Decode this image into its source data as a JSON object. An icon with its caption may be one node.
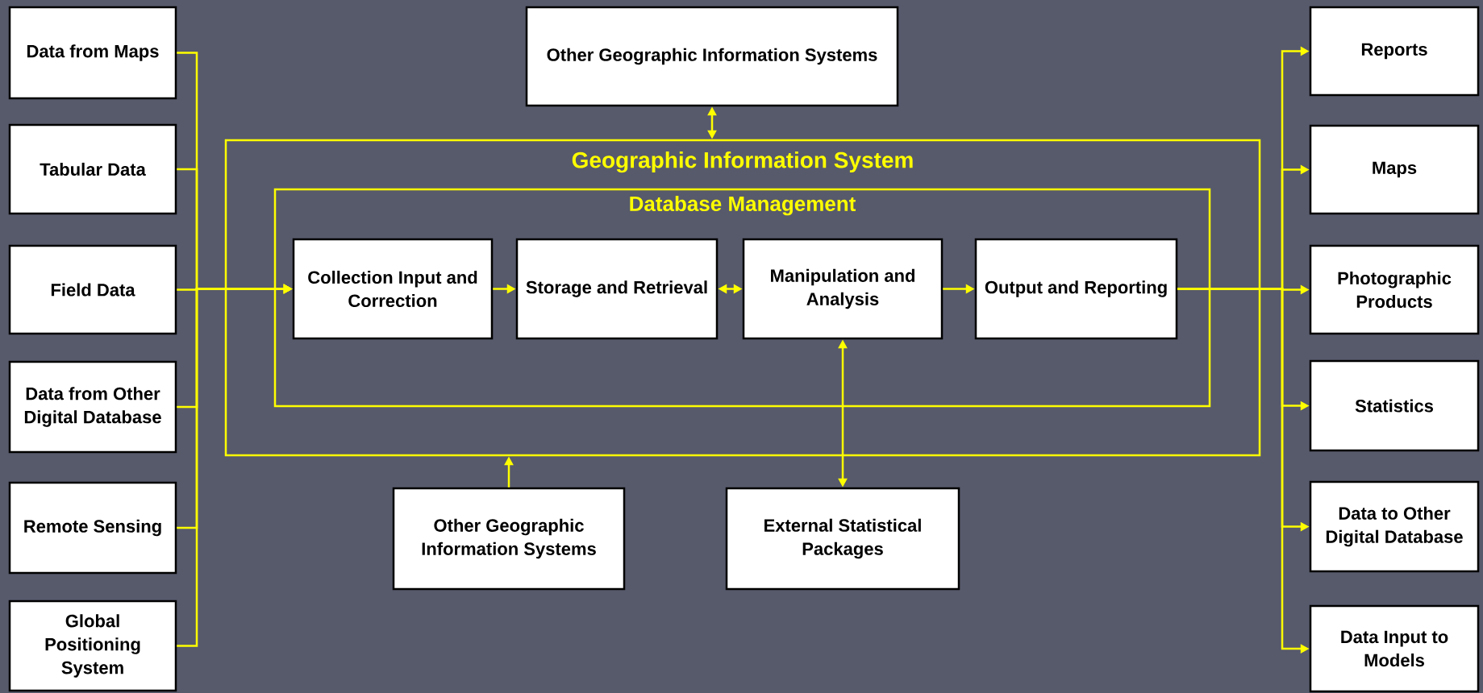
{
  "diagram": {
    "nodes": [
      {
        "text": [
          "Data from Maps"
        ]
      },
      {
        "text": [
          "Tabular Data"
        ]
      },
      {
        "text": [
          "Field Data"
        ]
      },
      {
        "text": [
          "Data from Other Digital Database"
        ]
      },
      {
        "text": [
          "Remote Sensing"
        ]
      },
      {
        "text": [
          "Global Positioning System"
        ]
      },
      {
        "text": [
          "Other Geographic Information Systems"
        ]
      },
      {
        "text": [
          "Geographic Information System"
        ]
      },
      {
        "text": [
          "Database Management"
        ],
        "in": 7
      },
      {
        "text": [
          "Collection Input and Correction"
        ],
        "in": 8
      },
      {
        "text": [
          "Storage and Retrieval"
        ],
        "in": 8
      },
      {
        "text": [
          "Manipulation and Analysis"
        ],
        "in": 8
      },
      {
        "text": [
          "Output and Reporting"
        ],
        "in": 8
      },
      {
        "text": [
          "Other Geographic Information Systems"
        ]
      },
      {
        "text": [
          "External Statistical Packages"
        ]
      },
      {
        "text": [
          "Reports"
        ]
      },
      {
        "text": [
          "Maps"
        ]
      },
      {
        "text": [
          "Photographic Products"
        ]
      },
      {
        "text": [
          "Statistics"
        ]
      },
      {
        "text": [
          "Data to Other Digital Database"
        ]
      },
      {
        "text": [
          "Data Input to Models"
        ]
      }
    ],
    "edges": [
      {
        "from": 0,
        "to": 9,
        "arrow": "to"
      },
      {
        "from": 1,
        "to": 9,
        "arrow": "to"
      },
      {
        "from": 2,
        "to": 9,
        "arrow": "to"
      },
      {
        "from": 3,
        "to": 9,
        "arrow": "to"
      },
      {
        "from": 4,
        "to": 9,
        "arrow": "to"
      },
      {
        "from": 5,
        "to": 9,
        "arrow": "to"
      },
      {
        "from": 6,
        "to": 7,
        "arrow": "both"
      },
      {
        "from": 9,
        "to": 10,
        "arrow": "to"
      },
      {
        "from": 10,
        "to": 11,
        "arrow": "both"
      },
      {
        "from": 11,
        "to": 12,
        "arrow": "to"
      },
      {
        "from": 13,
        "to": 7,
        "arrow": "to"
      },
      {
        "from": 11,
        "to": 14,
        "arrow": "both"
      },
      {
        "from": 12,
        "to": 15,
        "arrow": "to"
      },
      {
        "from": 12,
        "to": 16,
        "arrow": "to"
      },
      {
        "from": 12,
        "to": 17,
        "arrow": "to"
      },
      {
        "from": 12,
        "to": 18,
        "arrow": "to"
      },
      {
        "from": 12,
        "to": 19,
        "arrow": "to"
      },
      {
        "from": 12,
        "to": 20,
        "arrow": "to"
      }
    ]
  }
}
